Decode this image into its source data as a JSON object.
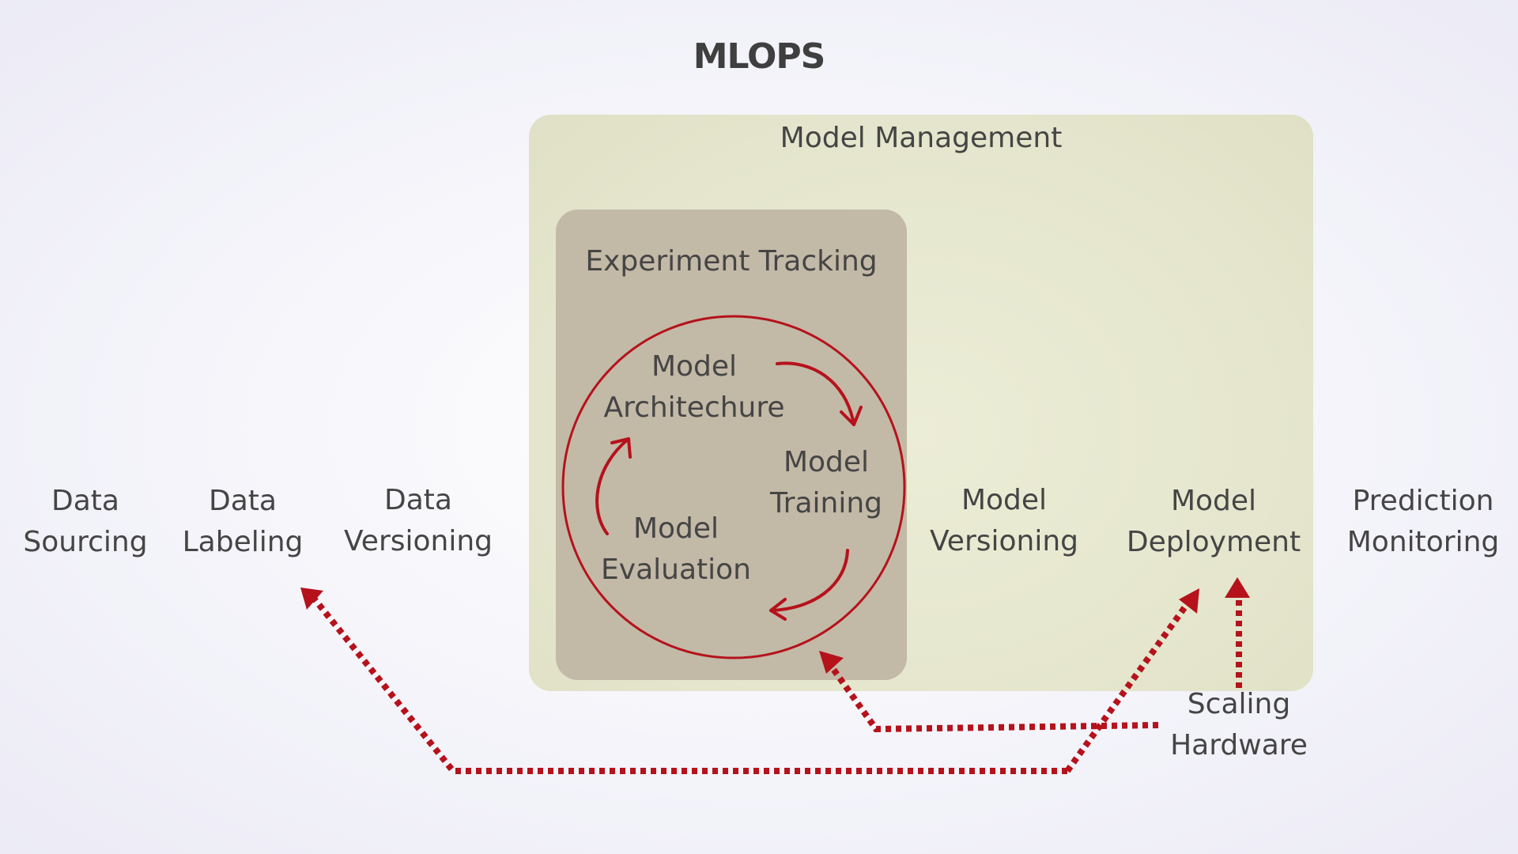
{
  "title": "MLOPS",
  "colors": {
    "arrow": "#b5121b",
    "model_management_bg": "#e4e5cc",
    "experiment_tracking_bg": "#c3b9a7",
    "text": "#454545"
  },
  "model_management": {
    "title": "Model Management"
  },
  "experiment_tracking": {
    "title": "Experiment Tracking",
    "cycle": {
      "architecture": {
        "line1": "Model",
        "line2": "Architechure"
      },
      "training": {
        "line1": "Model",
        "line2": "Training"
      },
      "evaluation": {
        "line1": "Model",
        "line2": "Evaluation"
      }
    }
  },
  "stages": {
    "data_sourcing": {
      "line1": "Data",
      "line2": "Sourcing"
    },
    "data_labeling": {
      "line1": "Data",
      "line2": "Labeling"
    },
    "data_versioning": {
      "line1": "Data",
      "line2": "Versioning"
    },
    "model_versioning": {
      "line1": "Model",
      "line2": "Versioning"
    },
    "model_deployment": {
      "line1": "Model",
      "line2": "Deployment"
    },
    "prediction_monitoring": {
      "line1": "Prediction",
      "line2": "Monitoring"
    }
  },
  "scaling_hardware": {
    "line1": "Scaling",
    "line2": "Hardware"
  }
}
